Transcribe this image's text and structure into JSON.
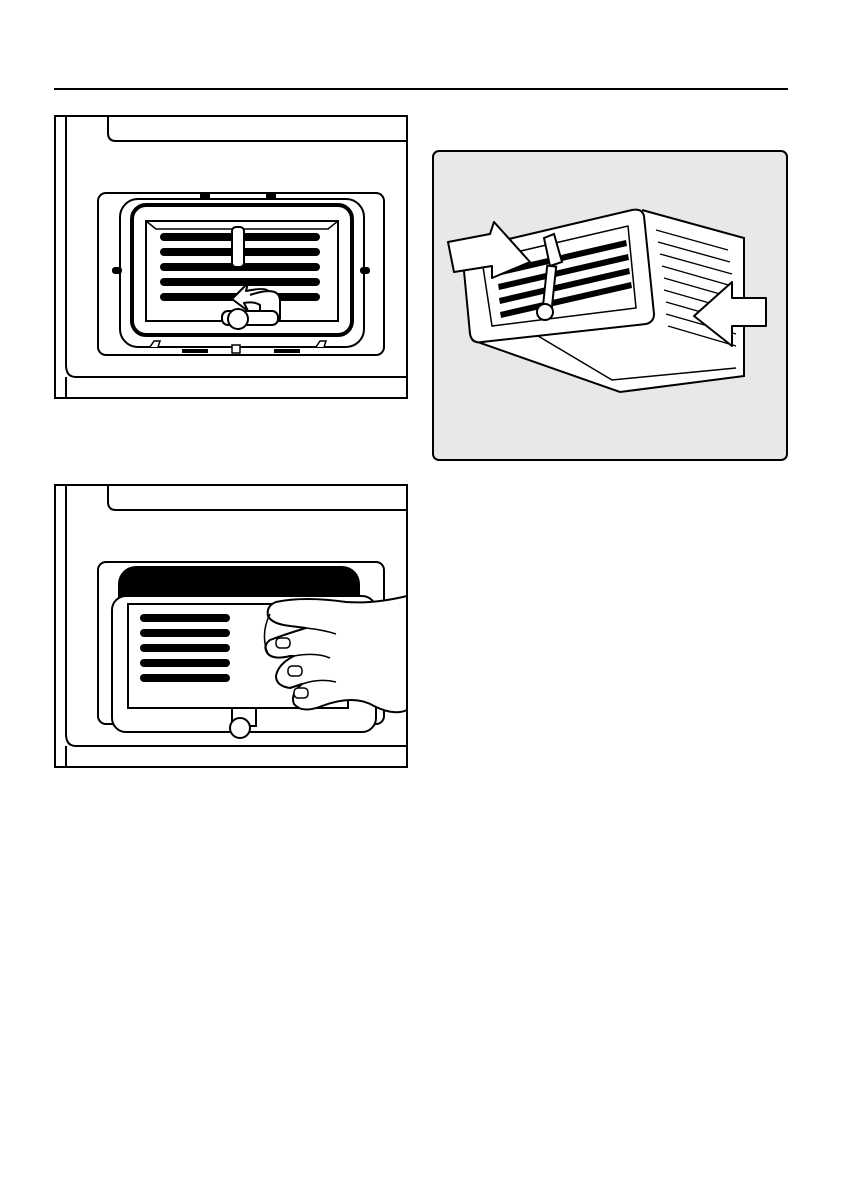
{
  "page": {
    "illustrations": [
      {
        "id": "fig1",
        "depicts": "filter-lock-turn"
      },
      {
        "id": "fig2",
        "depicts": "filter-insert-direction"
      },
      {
        "id": "fig3",
        "depicts": "hand-removing-filter"
      }
    ],
    "colors": {
      "ink": "#000000",
      "panel_grey": "#e8e8e8",
      "background": "#ffffff"
    }
  }
}
